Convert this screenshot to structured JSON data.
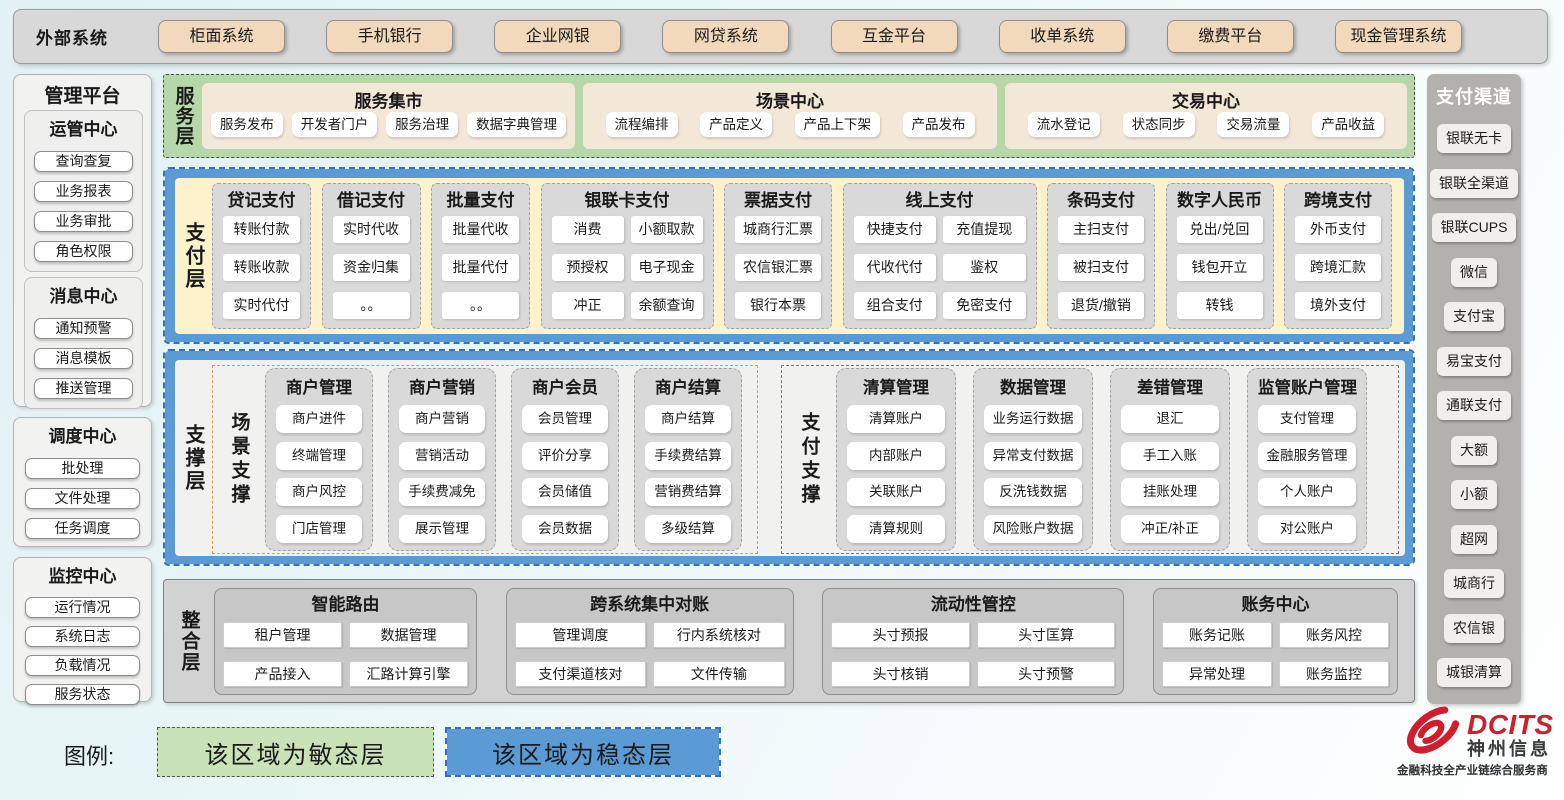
{
  "external_row": {
    "label": "外部系统",
    "systems": [
      "柜面系统",
      "手机银行",
      "企业网银",
      "网贷系统",
      "互金平台",
      "收单系统",
      "缴费平台",
      "现金管理系统"
    ]
  },
  "management": {
    "title": "管理平台",
    "inner_groups": [
      {
        "title": "运管中心",
        "items": [
          "查询查复",
          "业务报表",
          "业务审批",
          "角色权限"
        ]
      },
      {
        "title": "消息中心",
        "items": [
          "通知预警",
          "消息模板",
          "推送管理"
        ]
      }
    ],
    "panels": [
      {
        "title": "调度中心",
        "items": [
          "批处理",
          "文件处理",
          "任务调度"
        ]
      },
      {
        "title": "监控中心",
        "items": [
          "运行情况",
          "系统日志",
          "负载情况",
          "服务状态"
        ]
      }
    ]
  },
  "service_layer": {
    "label": "服务层",
    "groups": [
      {
        "title": "服务集市",
        "items": [
          "服务发布",
          "开发者门户",
          "服务治理",
          "数据字典管理"
        ]
      },
      {
        "title": "场景中心",
        "items": [
          "流程编排",
          "产品定义",
          "产品上下架",
          "产品发布"
        ]
      },
      {
        "title": "交易中心",
        "items": [
          "流水登记",
          "状态同步",
          "交易流量",
          "产品收益"
        ]
      }
    ]
  },
  "payment_layer": {
    "label": "支付层",
    "columns": [
      {
        "title": "贷记支付",
        "cols": 1,
        "items": [
          "转账付款",
          "转账收款",
          "实时代付"
        ]
      },
      {
        "title": "借记支付",
        "cols": 1,
        "items": [
          "实时代收",
          "资金归集",
          "。。"
        ]
      },
      {
        "title": "批量支付",
        "cols": 1,
        "items": [
          "批量代收",
          "批量代付",
          "。。"
        ]
      },
      {
        "title": "银联卡支付",
        "cols": 2,
        "items": [
          "消费",
          "小额取款",
          "预授权",
          "电子现金",
          "冲正",
          "余额查询"
        ]
      },
      {
        "title": "票据支付",
        "cols": 1,
        "items": [
          "城商行汇票",
          "农信银汇票",
          "银行本票"
        ]
      },
      {
        "title": "线上支付",
        "cols": 2,
        "items": [
          "快捷支付",
          "充值提现",
          "代收代付",
          "鉴权",
          "组合支付",
          "免密支付"
        ]
      },
      {
        "title": "条码支付",
        "cols": 1,
        "items": [
          "主扫支付",
          "被扫支付",
          "退货/撤销"
        ]
      },
      {
        "title": "数字人民币",
        "cols": 1,
        "items": [
          "兑出/兑回",
          "钱包开立",
          "转钱"
        ]
      },
      {
        "title": "跨境支付",
        "cols": 1,
        "items": [
          "外币支付",
          "跨境汇款",
          "境外支付"
        ]
      }
    ]
  },
  "support_layer": {
    "label": "支撑层",
    "groups": [
      {
        "label": "场景支撑",
        "columns": [
          {
            "title": "商户管理",
            "items": [
              "商户进件",
              "终端管理",
              "商户风控",
              "门店管理"
            ]
          },
          {
            "title": "商户营销",
            "items": [
              "商户营销",
              "营销活动",
              "手续费减免",
              "展示管理"
            ]
          },
          {
            "title": "商户会员",
            "items": [
              "会员管理",
              "评价分享",
              "会员储值",
              "会员数据"
            ]
          },
          {
            "title": "商户结算",
            "items": [
              "商户结算",
              "手续费结算",
              "营销费结算",
              "多级结算"
            ]
          }
        ]
      },
      {
        "label": "支付支撑",
        "columns": [
          {
            "title": "清算管理",
            "items": [
              "清算账户",
              "内部账户",
              "关联账户",
              "清算规则"
            ]
          },
          {
            "title": "数据管理",
            "items": [
              "业务运行数据",
              "异常支付数据",
              "反洗钱数据",
              "风险账户数据"
            ]
          },
          {
            "title": "差错管理",
            "items": [
              "退汇",
              "手工入账",
              "挂账处理",
              "冲正/补正"
            ]
          },
          {
            "title": "监管账户管理",
            "items": [
              "支付管理",
              "金融服务管理",
              "个人账户",
              "对公账户"
            ]
          }
        ]
      }
    ]
  },
  "integration_layer": {
    "label": "整合层",
    "groups": [
      {
        "title": "智能路由",
        "items": [
          "租户管理",
          "数据管理",
          "产品接入",
          "汇路计算引擎"
        ]
      },
      {
        "title": "跨系统集中对账",
        "items": [
          "管理调度",
          "行内系统核对",
          "支付渠道核对",
          "文件传输"
        ]
      },
      {
        "title": "流动性管控",
        "items": [
          "头寸预报",
          "头寸匡算",
          "头寸核销",
          "头寸预警"
        ]
      },
      {
        "title": "账务中心",
        "items": [
          "账务记账",
          "账务风控",
          "异常处理",
          "账务监控"
        ]
      }
    ]
  },
  "channels": {
    "title": "支付渠道",
    "items": [
      "银联无卡",
      "银联全渠道",
      "银联CUPS",
      "微信",
      "支付宝",
      "易宝支付",
      "通联支付",
      "大额",
      "小额",
      "超网",
      "城商行",
      "农信银",
      "城银清算"
    ]
  },
  "legend": {
    "label": "图例:",
    "agile": "该区域为敏态层",
    "stable": "该区域为稳态层"
  },
  "logo": {
    "name": "DCITS",
    "cn": "神州信息",
    "tagline": "金融科技全产业链综合服务商"
  },
  "colors": {
    "agile_green": "#b6d7a9",
    "stable_blue": "#5b9bd5",
    "payment_cream": "#fdf2cc",
    "scene_orange": "#db9d49",
    "logo_red": "#cf1f2e"
  }
}
